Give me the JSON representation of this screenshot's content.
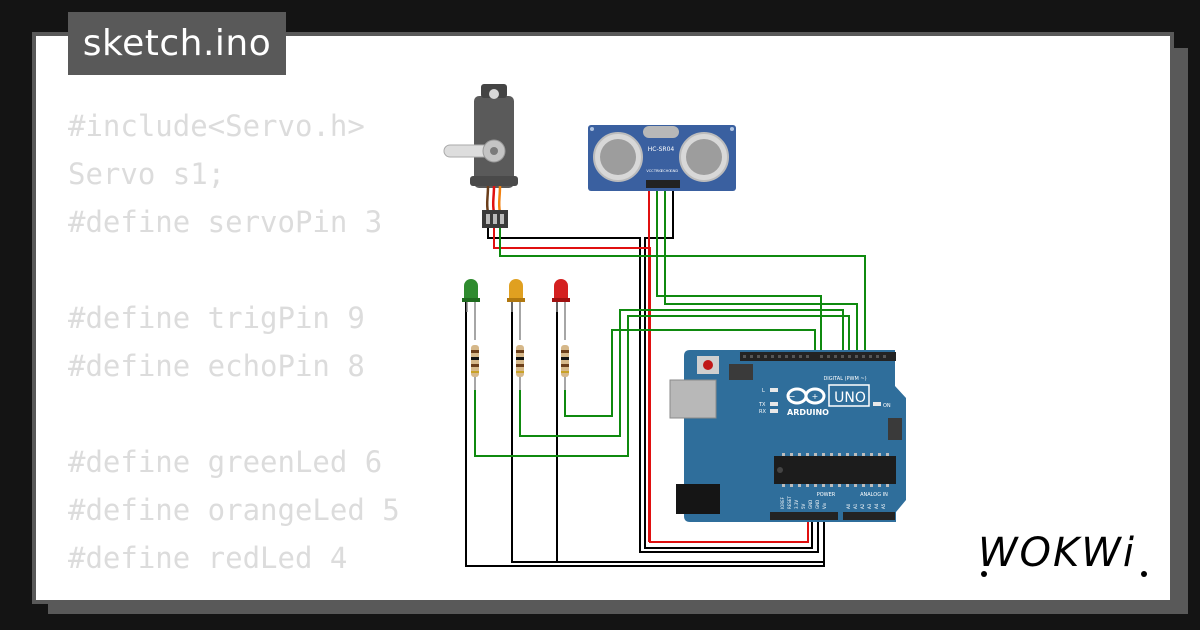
{
  "file_tab": {
    "label": "sketch.ino"
  },
  "code_lines": [
    "#include<Servo.h>",
    "Servo s1;",
    "#define servoPin 3",
    "",
    "#define trigPin 9",
    "#define echoPin 8",
    "",
    "#define greenLed 6",
    "#define orangeLed 5",
    "#define redLed 4"
  ],
  "sensor": {
    "model": "HC-SR04",
    "pins": [
      "VCC",
      "TRIG",
      "ECHO",
      "GND"
    ]
  },
  "board": {
    "brand": "ARDUINO",
    "model": "UNO",
    "on_label": "ON",
    "tx_label": "TX",
    "rx_label": "RX",
    "l_label": "L",
    "digital_label": "DIGITAL (PWM ~)",
    "power_label": "POWER",
    "analog_label": "ANALOG IN",
    "power_pins": [
      "IOREF",
      "RESET",
      "3.3V",
      "5V",
      "GND",
      "GND",
      "Vin"
    ],
    "analog_pins": [
      "A0",
      "A1",
      "A2",
      "A3",
      "A4",
      "A5"
    ]
  },
  "leds": [
    {
      "name": "green",
      "color": "#2e8b2e"
    },
    {
      "name": "orange",
      "color": "#e0a020"
    },
    {
      "name": "red",
      "color": "#d42020"
    }
  ],
  "wire_colors": {
    "green": "#0f8a0f",
    "red": "#e01010",
    "black": "#000000"
  },
  "logo": {
    "text": "WOKWi"
  }
}
